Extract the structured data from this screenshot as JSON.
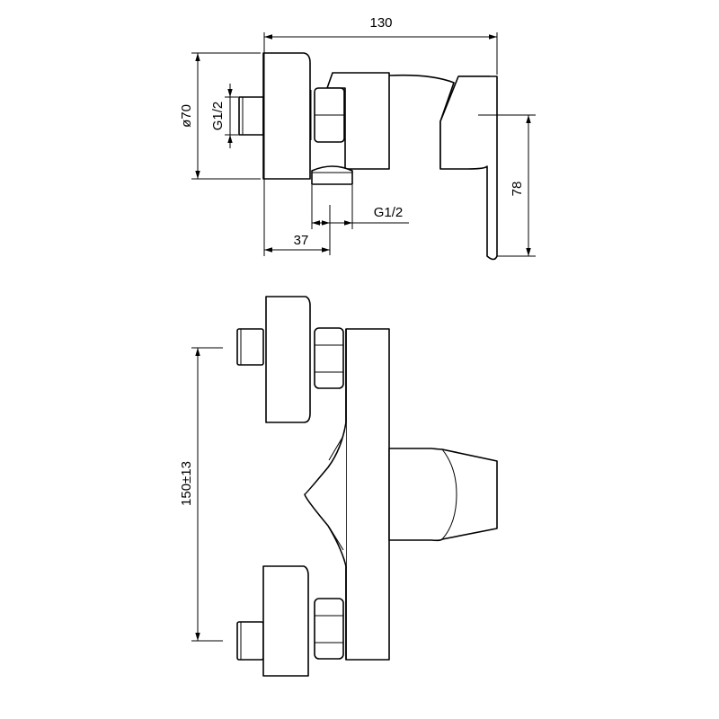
{
  "drawing": {
    "colors": {
      "line": "#000000",
      "background": "#ffffff"
    },
    "top_view": {
      "dimensions": {
        "overall_width": "130",
        "diameter": "ø70",
        "inlet_thread": "G1/2",
        "outlet_thread": "G1/2",
        "outlet_offset": "37",
        "lever_height": "78"
      }
    },
    "front_view": {
      "dimensions": {
        "centre_distance": "150±13"
      }
    }
  }
}
